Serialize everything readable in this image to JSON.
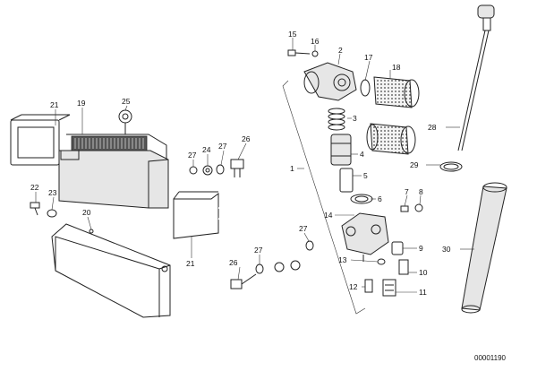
{
  "diagram": {
    "drawing_number": "00001190",
    "callouts": [
      {
        "id": "c15",
        "label": "15"
      },
      {
        "id": "c16",
        "label": "16"
      },
      {
        "id": "c2",
        "label": "2"
      },
      {
        "id": "c17",
        "label": "17"
      },
      {
        "id": "c18",
        "label": "18"
      },
      {
        "id": "c3",
        "label": "3"
      },
      {
        "id": "c4",
        "label": "4"
      },
      {
        "id": "c5",
        "label": "5"
      },
      {
        "id": "c6",
        "label": "6"
      },
      {
        "id": "c14",
        "label": "14"
      },
      {
        "id": "c7",
        "label": "7"
      },
      {
        "id": "c8",
        "label": "8"
      },
      {
        "id": "c9",
        "label": "9"
      },
      {
        "id": "c10",
        "label": "10"
      },
      {
        "id": "c11",
        "label": "11"
      },
      {
        "id": "c12",
        "label": "12"
      },
      {
        "id": "c13",
        "label": "13"
      },
      {
        "id": "c1",
        "label": "1"
      },
      {
        "id": "c21a",
        "label": "21"
      },
      {
        "id": "c19",
        "label": "19"
      },
      {
        "id": "c25",
        "label": "25"
      },
      {
        "id": "c27a",
        "label": "27"
      },
      {
        "id": "c24",
        "label": "24"
      },
      {
        "id": "c27b",
        "label": "27"
      },
      {
        "id": "c26a",
        "label": "26"
      },
      {
        "id": "c22",
        "label": "22"
      },
      {
        "id": "c23",
        "label": "23"
      },
      {
        "id": "c20",
        "label": "20"
      },
      {
        "id": "c21b",
        "label": "21"
      },
      {
        "id": "c27c",
        "label": "27"
      },
      {
        "id": "c27d",
        "label": "27"
      },
      {
        "id": "c26b",
        "label": "26"
      },
      {
        "id": "c28",
        "label": "28"
      },
      {
        "id": "c29",
        "label": "29"
      },
      {
        "id": "c30",
        "label": "30"
      }
    ]
  }
}
